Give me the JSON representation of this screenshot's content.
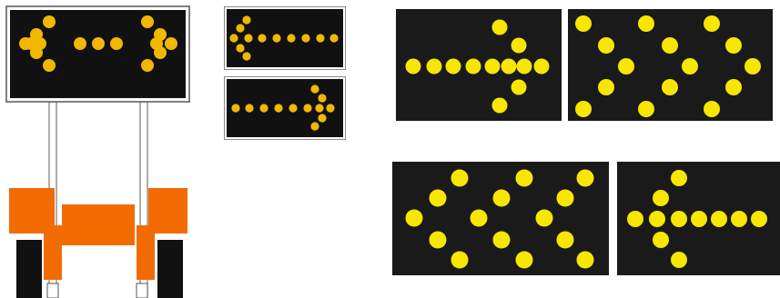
{
  "colors": {
    "panel": "#111111",
    "dot_amber": "#f2b800",
    "dot_yellow": "#f7e600",
    "trailer_orange": "#f26b00",
    "frame": "#666666",
    "tire": "#111111"
  },
  "figure": {
    "trailer_board": {
      "pattern": "double-arrow"
    },
    "small_panels": [
      {
        "pattern": "left-arrow"
      },
      {
        "pattern": "right-arrow"
      }
    ],
    "large_panels": [
      {
        "pattern": "right-arrow"
      },
      {
        "pattern": "right-chevrons"
      },
      {
        "pattern": "left-chevrons"
      },
      {
        "pattern": "left-arrow"
      }
    ]
  }
}
